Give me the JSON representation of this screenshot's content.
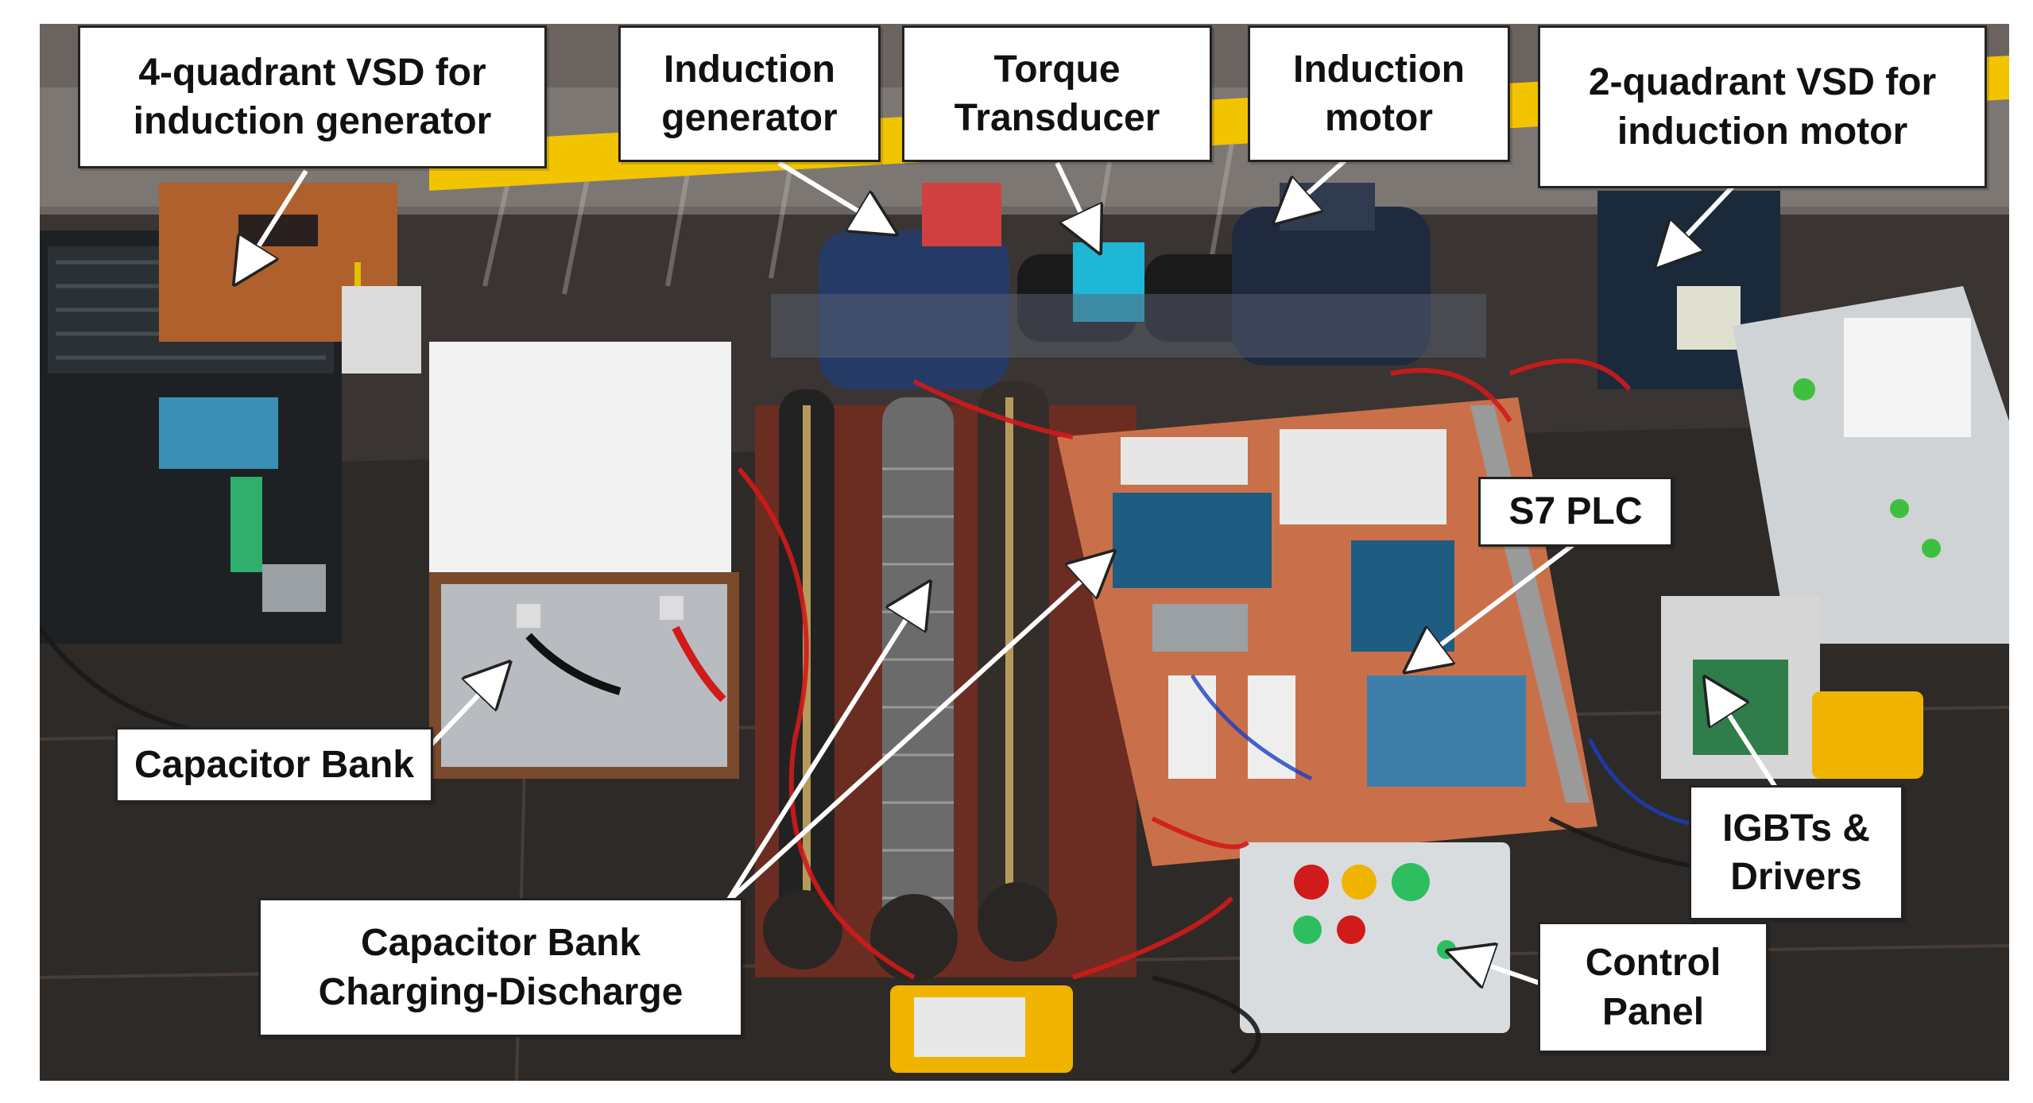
{
  "labels": {
    "vsd4": "4-quadrant VSD for\ninduction generator",
    "ind_gen": "Induction\ngenerator",
    "torque": "Torque\nTransducer",
    "ind_motor": "Induction\nmotor",
    "vsd2": "2-quadrant VSD for\ninduction motor",
    "s7_plc": "S7 PLC",
    "cap_bank": "Capacitor Bank",
    "cap_charge": "Capacitor Bank\nCharging-Discharge",
    "igbts": "IGBTs &\nDrivers",
    "control_panel": "Control\nPanel"
  },
  "colors": {
    "floor": "#3a3532",
    "floor_dark": "#2a2624",
    "yellow_rail": "#f2c400",
    "wood_board": "#6b2d22",
    "motor_blue": "#263a66",
    "coupling_cyan": "#1fb7d6",
    "panel_board": "#c9704a",
    "vsd_black": "#1e2124",
    "cap_box": "#f2f2f2",
    "wire_red": "#d11a1a"
  }
}
